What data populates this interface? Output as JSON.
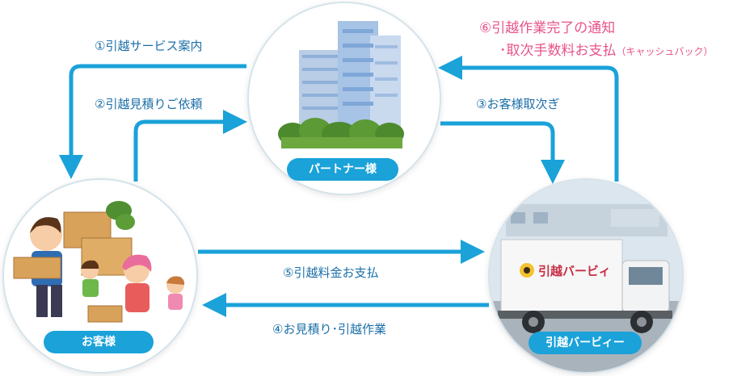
{
  "nodes": {
    "partner": "パートナー様",
    "customer": "お客様",
    "company": "引越バービィー"
  },
  "truck_logo": "引越バービィ",
  "flows": {
    "f1": "①引越サービス案内",
    "f2": "②引越見積りご依頼",
    "f3": "③お客様取次ぎ",
    "f4": "④お見積り･引越作業",
    "f5": "⑤引越料金お支払",
    "f6_line1": "⑥引越作業完了の通知",
    "f6_line2_main": "･取次手数料お支払",
    "f6_line2_note": "（キャッシュバック）"
  },
  "colors": {
    "arrow": "#1aa2d9",
    "label": "#1b6fa8",
    "highlight": "#e8538a"
  }
}
